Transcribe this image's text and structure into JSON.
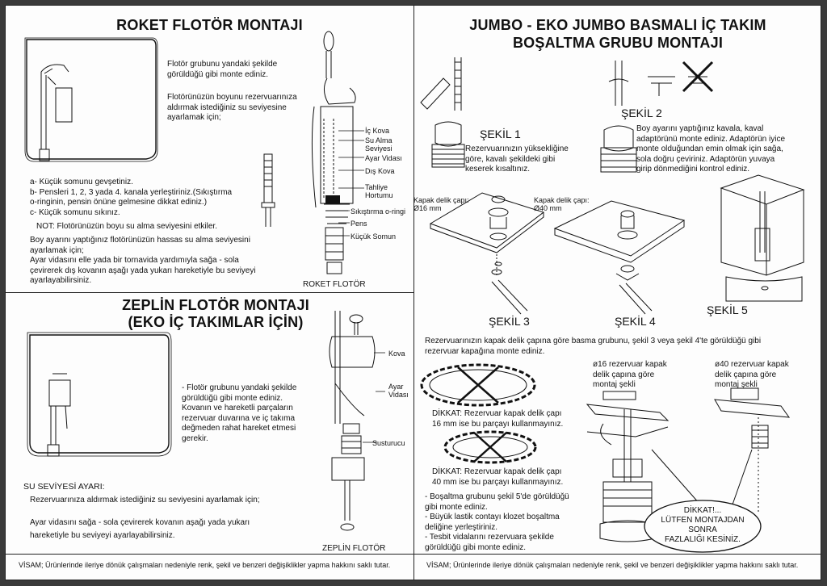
{
  "roket": {
    "title": "ROKET FLOTÖR MONTAJI",
    "p1": "Flotör grubunu yandaki şekilde\ngörüldüğü gibi monte ediniz.",
    "p2": "Flotörünüzün boyunu rezervuarınıza\naldırmak istediğiniz su seviyesine\nayarlamak için;",
    "steps": "a- Küçük somunu gevşetiniz.\nb- Pensleri 1, 2, 3 yada 4. kanala yerleştiriniz.(Sıkıştırma\no-ringinin, pensin önüne gelmesine dikkat ediniz.)\nc- Küçük somunu sıkınız.",
    "note": "NOT: Flotörünüzün boyu su alma seviyesini etkiler.",
    "adjust": "Boy ayarını yaptığınız flotörünüzün hassas su alma seviyesini\nayarlamak için;\nAyar vidasını elle yada bir tornavida yardımıyla sağa - sola\nçevirerek dış kovanın aşağı yada yukarı hareketiyle bu seviyeyi\nayarlayabilirsiniz.",
    "labels": {
      "ic_kova": "İç Kova",
      "su_alma": "Su Alma\nSeviyesi",
      "ayar_vidasi": "Ayar Vidası",
      "dis_kova": "Dış Kova",
      "tahliye": "Tahliye\nHortumu",
      "sikistirma": "Sıkıştırma o-ringi",
      "pens": "Pens",
      "kucuk_somun": "Küçük Somun"
    },
    "caption": "ROKET FLOTÖR"
  },
  "zeplin": {
    "title_1": "ZEPLİN FLOTÖR MONTAJI",
    "title_2": "(EKO İÇ TAKIMLAR İÇİN)",
    "p1": "- Flotör grubunu yandaki şekilde\ngörüldüğü gibi monte ediniz.\nKovanın ve hareketli parçaların\nrezervuar duvarına  ve iç takıma\ndeğmeden rahat hareket etmesi\ngerekir.",
    "su_seviyesi": "SU SEVİYESİ AYARI:",
    "s1": "Rezervuarınıza aldırmak istediğiniz su seviyesini ayarlamak için;",
    "s2": "Ayar vidasını sağa - sola çevirerek kovanın aşağı yada yukarı\nhareketiyle bu seviyeyi ayarlayabilirsiniz.",
    "labels": {
      "kova": "Kova",
      "ayar_vidasi": "Ayar\nVidası",
      "susturucu": "Susturucu"
    },
    "caption": "ZEPLİN FLOTÖR"
  },
  "jumbo": {
    "title_1": "JUMBO - EKO JUMBO BASMALI İÇ TAKIM",
    "title_2": "BOŞALTMA GRUBU MONTAJI",
    "sekil1": "ŞEKİL 1",
    "sekil1_text": "Rezervuarınızın yüksekliğine\ngöre, kavalı şekildeki gibi\nkeserek kısaltınız.",
    "sekil2": "ŞEKİL 2",
    "sekil2_text": "Boy ayarını yaptığınız kavala, kaval\nadaptörünü monte ediniz. Adaptörün iyice\nmonte olduğundan emin olmak için sağa,\nsola doğru çeviriniz. Adaptörün yuvaya\ngirip dönmediğini kontrol ediniz.",
    "kapak16": "Kapak delik çapı:\nØ16 mm",
    "kapak40": "Kapak delik çapı:\nØ40 mm",
    "sekil3": "ŞEKİL 3",
    "sekil4": "ŞEKİL 4",
    "sekil5": "ŞEKİL 5",
    "mount_text": "Rezervuarınızın kapak delik çapına göre basma grubunu, şekil 3 veya şekil 4'te görüldüğü gibi\nrezervuar kapağına monte ediniz.",
    "dikkat1": "DİKKAT: Rezervuar kapak delik çapı\n16 mm ise bu parçayı kullanmayınız.",
    "dikkat2": "DİKKAT: Rezervuar kapak delik çapı\n40 mm ise bu parçayı kullanmayınız.",
    "bullets": "- Boşaltma grubunu şekil 5'de görüldüğü\ngibi monte ediniz.\n- Büyük lastik contayı klozet boşaltma\ndeliğine yerleştiriniz.\n- Tesbit vidalarını rezervuara şekilde\ngörüldüğü gibi monte ediniz.",
    "o16": "ø16 rezervuar kapak\ndelik çapına göre\nmontaj şekli",
    "o40": "ø40 rezervuar kapak\ndelik çapına göre\nmontaj şekli",
    "dikkat3": "DİKKAT!...\nLÜTFEN MONTAJDAN\nSONRA\nFAZLALIĞI KESİNİZ."
  },
  "footer": {
    "left": "VİSAM; Ürünlerinde ileriye dönük çalışmaları nedeniyle renk, şekil ve benzeri değişiklikler yapma hakkını saklı tutar.",
    "right": "VİSAM; Ürünlerinde ileriye dönük çalışmaları nedeniyle renk, şekil ve benzeri değişiklikler yapma hakkını saklı tutar."
  }
}
